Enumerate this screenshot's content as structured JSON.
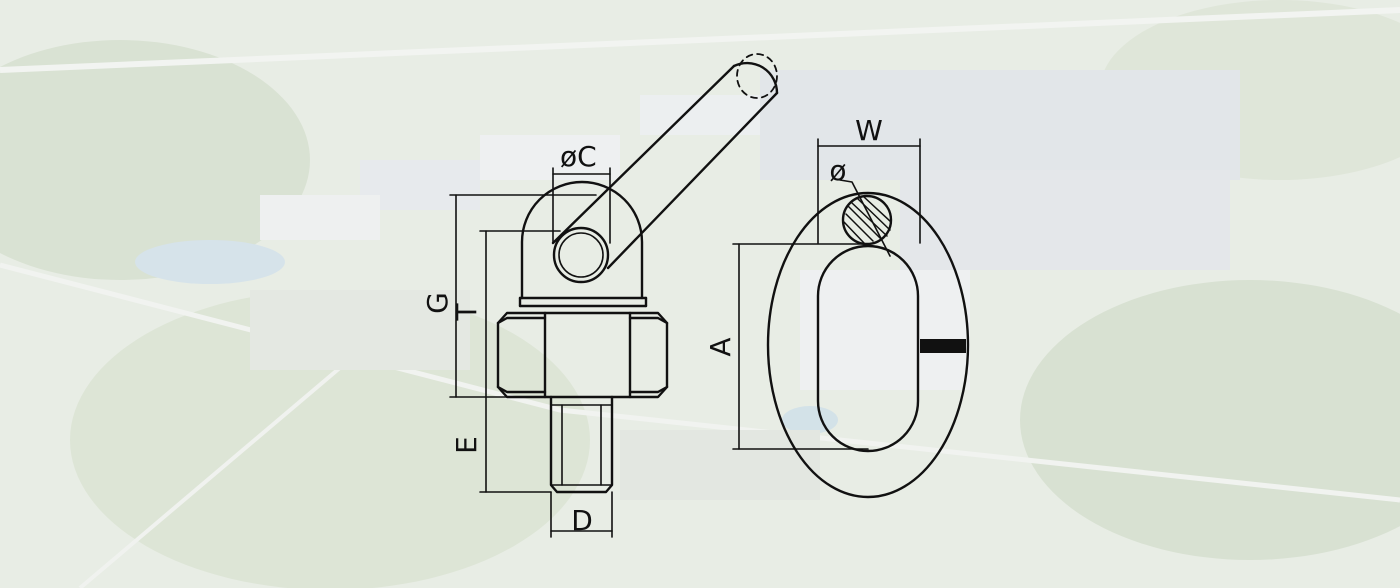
{
  "colors": {
    "background": "#e9eee6",
    "line": "#111111",
    "section_fill": "#444444"
  },
  "swivel": {
    "label_diameter_c": "øC",
    "label_g": "G",
    "label_t": "T",
    "label_e": "E",
    "label_d": "D"
  },
  "link": {
    "label_w": "W",
    "label_diameter": "ø",
    "label_a": "A"
  }
}
